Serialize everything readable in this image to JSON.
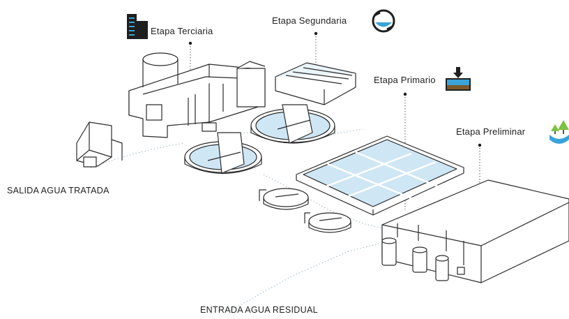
{
  "stages": {
    "terciaria": "Etapa Terciaria",
    "secundaria": "Etapa Segundaria",
    "primaria": "Etapa Primario",
    "preliminar": "Etapa Preliminar"
  },
  "captions": {
    "salida": "SALIDA AGUA TRATADA",
    "entrada": "ENTRADA AGUA RESIDUAL"
  },
  "icons": {
    "terciaria": "building-icon",
    "secundaria": "water-cycle-icon",
    "primaria": "sedimentation-tank-icon",
    "preliminar": "trees-water-icon"
  },
  "colors": {
    "line": "#2a2a2a",
    "water": "#cfe6f5",
    "icon_blue": "#3aa3d9",
    "icon_green": "#7cc242",
    "leader": "#9fb6c6"
  }
}
